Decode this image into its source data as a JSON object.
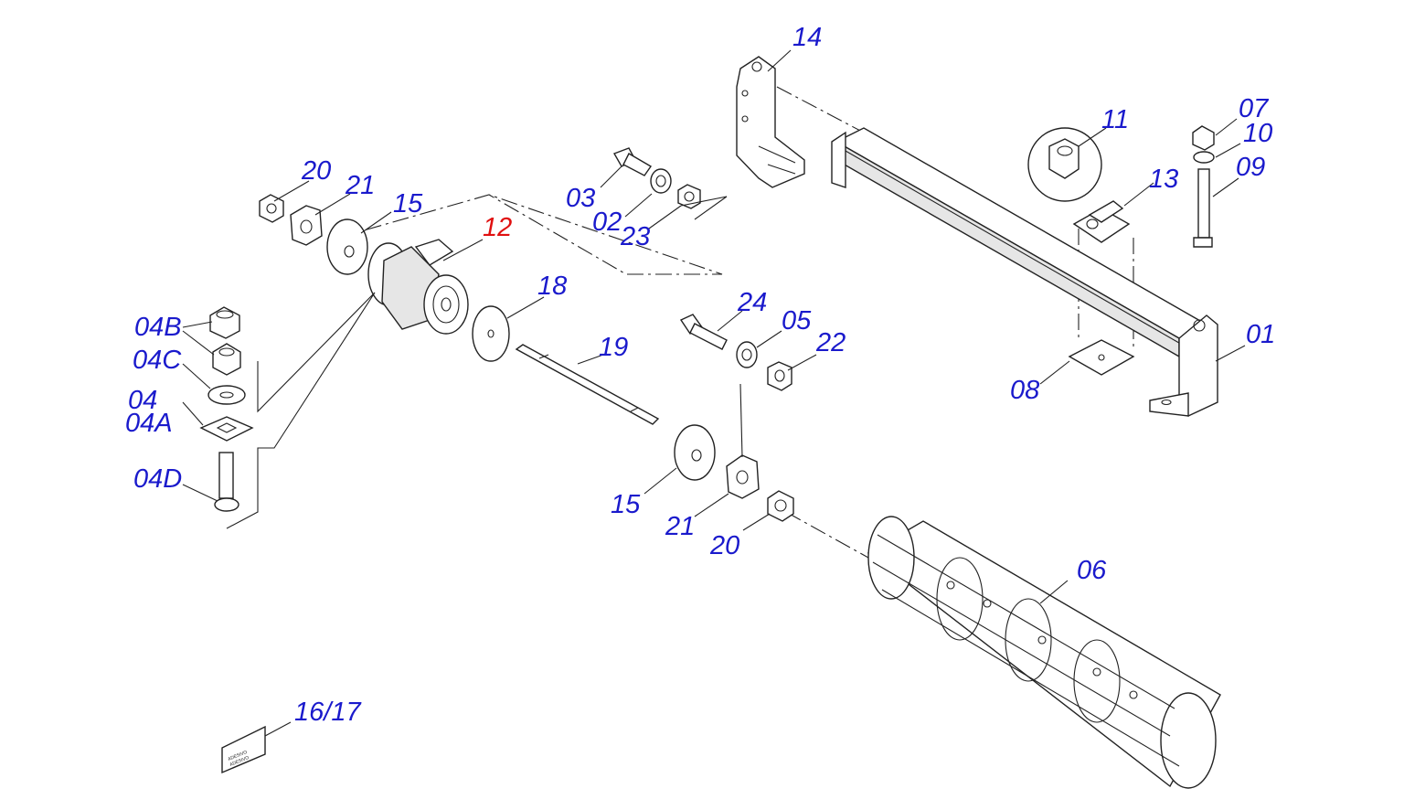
{
  "labels": [
    {
      "id": "14",
      "text": "14"
    },
    {
      "id": "20a",
      "text": "20"
    },
    {
      "id": "21a",
      "text": "21"
    },
    {
      "id": "15a",
      "text": "15"
    },
    {
      "id": "12",
      "text": "12"
    },
    {
      "id": "03",
      "text": "03"
    },
    {
      "id": "02",
      "text": "02"
    },
    {
      "id": "23",
      "text": "23"
    },
    {
      "id": "11",
      "text": "11"
    },
    {
      "id": "13",
      "text": "13"
    },
    {
      "id": "07",
      "text": "07"
    },
    {
      "id": "10",
      "text": "10"
    },
    {
      "id": "09",
      "text": "09"
    },
    {
      "id": "18",
      "text": "18"
    },
    {
      "id": "04B",
      "text": "04B"
    },
    {
      "id": "04C",
      "text": "04C"
    },
    {
      "id": "04",
      "text": "04"
    },
    {
      "id": "04A",
      "text": "04A"
    },
    {
      "id": "04D",
      "text": "04D"
    },
    {
      "id": "24",
      "text": "24"
    },
    {
      "id": "05",
      "text": "05"
    },
    {
      "id": "22",
      "text": "22"
    },
    {
      "id": "19",
      "text": "19"
    },
    {
      "id": "01",
      "text": "01"
    },
    {
      "id": "08",
      "text": "08"
    },
    {
      "id": "15b",
      "text": "15"
    },
    {
      "id": "21b",
      "text": "21"
    },
    {
      "id": "20b",
      "text": "20"
    },
    {
      "id": "06",
      "text": "06"
    },
    {
      "id": "16_17",
      "text": "16/17"
    }
  ],
  "highlight_label": "12",
  "colors": {
    "label": "#1a1acc",
    "highlight": "#e01010",
    "line": "#222222"
  }
}
